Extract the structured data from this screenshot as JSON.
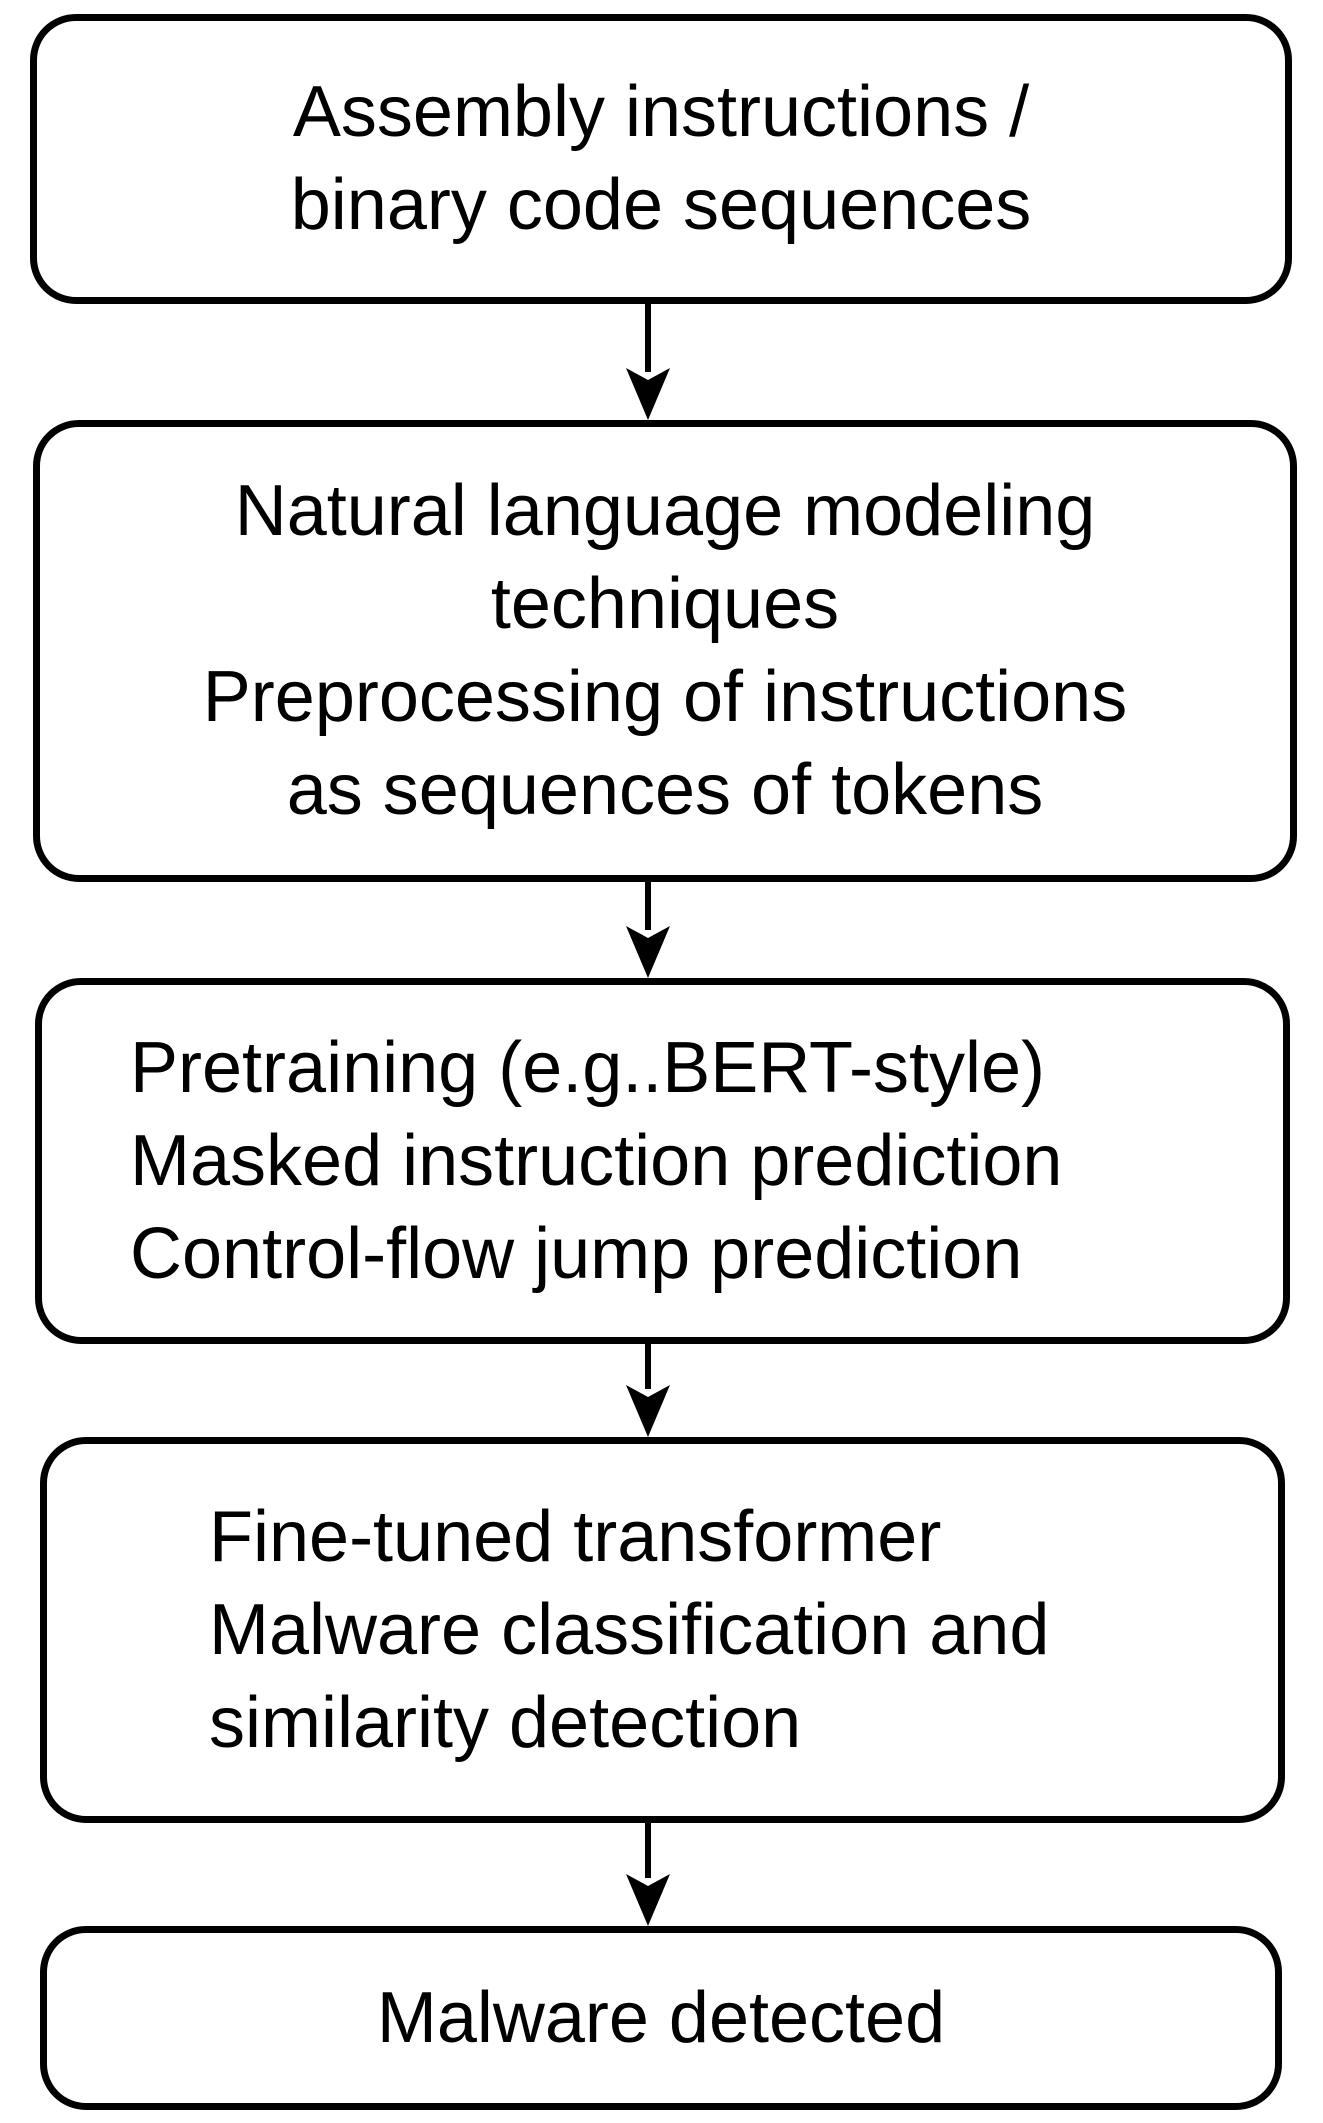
{
  "diagram": {
    "type": "flowchart",
    "direction": "top-down",
    "colors": {
      "background": "#ffffff",
      "stroke": "#000000",
      "text": "#000000"
    },
    "boxes": [
      {
        "id": "input",
        "lines": [
          "Assembly instructions /",
          "binary code sequences"
        ]
      },
      {
        "id": "nlp-preprocessing",
        "lines": [
          "Natural language modeling",
          "techniques",
          "Preprocessing of instructions",
          "as sequences of tokens"
        ]
      },
      {
        "id": "pretraining",
        "lines": [
          "Pretraining (e.g..BERT-style)",
          "Masked instruction prediction",
          "Control-flow jump prediction"
        ]
      },
      {
        "id": "finetuned-transformer",
        "lines": [
          "Fine-tuned transformer",
          "Malware classification and",
          "similarity detection"
        ]
      },
      {
        "id": "malware-detected",
        "lines": [
          "Malware detected"
        ]
      }
    ],
    "connectors": [
      {
        "from": "input",
        "to": "nlp-preprocessing",
        "style": "arrow-down"
      },
      {
        "from": "nlp-preprocessing",
        "to": "pretraining",
        "style": "arrow-down"
      },
      {
        "from": "pretraining",
        "to": "finetuned-transformer",
        "style": "arrow-down"
      },
      {
        "from": "finetuned-transformer",
        "to": "malware-detected",
        "style": "arrow-down"
      }
    ]
  }
}
